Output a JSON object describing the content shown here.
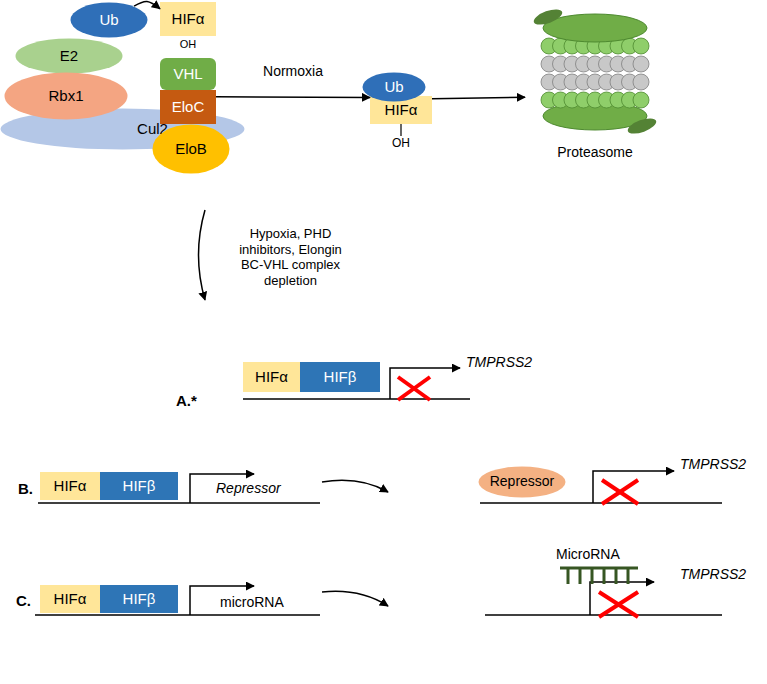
{
  "diagram": {
    "nodes": [
      {
        "text": [
          "Ub"
        ]
      },
      {
        "text": [
          "E2"
        ]
      },
      {
        "text": [
          "Rbx1"
        ]
      },
      {
        "text": [
          "Cul2"
        ]
      },
      {
        "text": [
          "HIFα"
        ]
      },
      {
        "text": [
          "VHL"
        ]
      },
      {
        "text": [
          "EloC"
        ]
      },
      {
        "text": [
          "EloB"
        ]
      },
      {
        "text": [
          "Ub"
        ]
      },
      {
        "text": [
          "HIFα"
        ]
      },
      {
        "text": [
          "Proteasome"
        ]
      },
      {
        "text": [
          "HIFα"
        ]
      },
      {
        "text": [
          "HIFβ"
        ]
      },
      {
        "text": [
          "HIFα"
        ]
      },
      {
        "text": [
          "HIFβ"
        ]
      },
      {
        "text": [
          "Repressor"
        ]
      },
      {
        "text": [
          "HIFα"
        ]
      },
      {
        "text": [
          "HIFβ"
        ]
      }
    ],
    "edges": [
      {
        "from": 0,
        "to": 4,
        "arrow": "to"
      },
      {
        "from": 6,
        "to": 9,
        "label": "Normoxia",
        "arrow": "to"
      },
      {
        "from": 9,
        "to": 10,
        "arrow": "to"
      }
    ],
    "labels": [
      "OH",
      "OH",
      "Hypoxia, PHD inhibitors, Elongin BC-VHL complex depletion",
      "A.*",
      "TMPRSS2",
      "B.",
      "Repressor",
      "TMPRSS2",
      "C.",
      "microRNA",
      "MicroRNA",
      "TMPRSS2"
    ]
  }
}
